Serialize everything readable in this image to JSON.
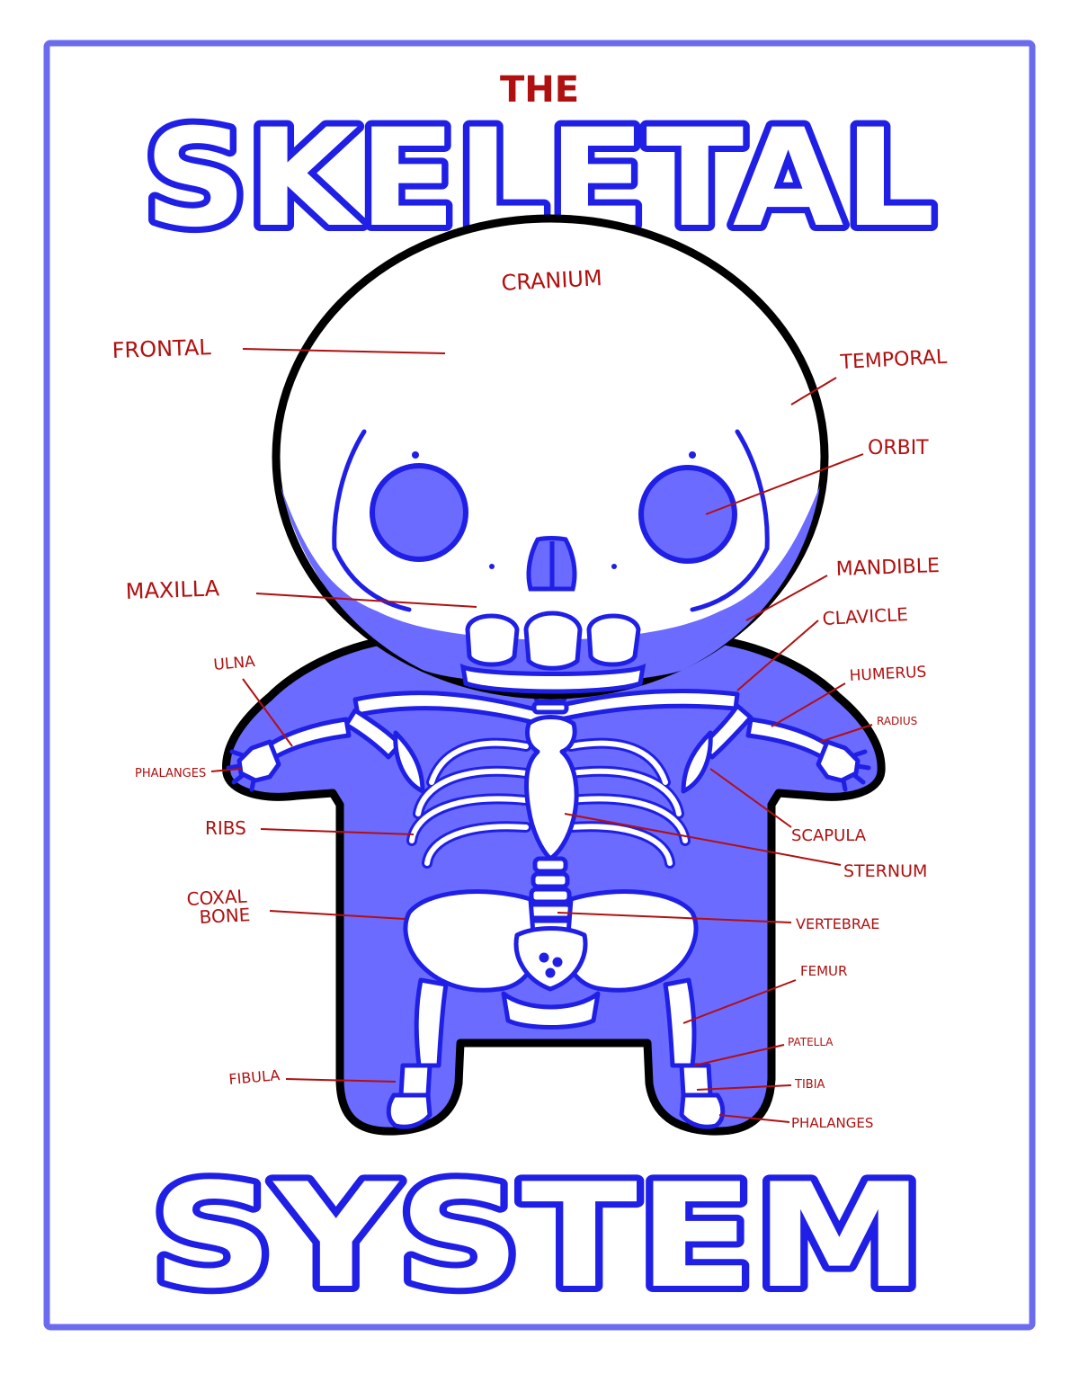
{
  "title": {
    "prefix": "THE",
    "line1": "SKELETAL",
    "line2": "SYSTEM"
  },
  "colors": {
    "title_blue": "#1f1fe6",
    "title_red": "#b01010",
    "label_red": "#b01010",
    "body_fill": "#6b6bff",
    "bone_outline": "#1f1fe6",
    "frame": "#6b6bf0"
  },
  "labels": {
    "cranium": "CRANIUM",
    "frontal": "FRONTAL",
    "temporal": "TEMPORAL",
    "orbit": "ORBIT",
    "maxilla": "MAXILLA",
    "mandible": "MANDIBLE",
    "clavicle": "CLAVICLE",
    "ulna": "ULNA",
    "humerus": "HUMERUS",
    "radius": "RADIUS",
    "phalanges_hand": "PHALANGES",
    "scapula": "SCAPULA",
    "ribs": "RIBS",
    "sternum": "STERNUM",
    "coxal_1": "COXAL",
    "coxal_2": "BONE",
    "vertebrae": "VERTEBRAE",
    "femur": "FEMUR",
    "patella": "PATELLA",
    "fibula": "FIBULA",
    "tibia": "TIBIA",
    "phalanges_foot": "PHALANGES"
  }
}
